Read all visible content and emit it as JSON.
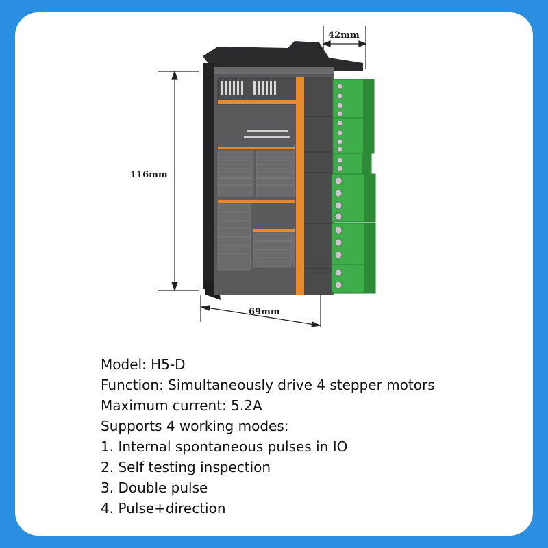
{
  "dimensions": {
    "depth": "42mm",
    "height": "116mm",
    "width": "69mm"
  },
  "specs": [
    "Model: H5-D",
    "Function: Simultaneously drive 4 stepper motors",
    "Maximum current: 5.2A",
    "Supports 4 working modes:",
    "1. Internal spontaneous pulses in IO",
    "2. Self testing inspection",
    "3. Double pulse",
    "4. Pulse+direction"
  ],
  "colors": {
    "frame": "#2a8fe0",
    "device_body": "#5a5a5c",
    "panel_accent": "#f08a1e",
    "terminal": "#3dae4a"
  }
}
